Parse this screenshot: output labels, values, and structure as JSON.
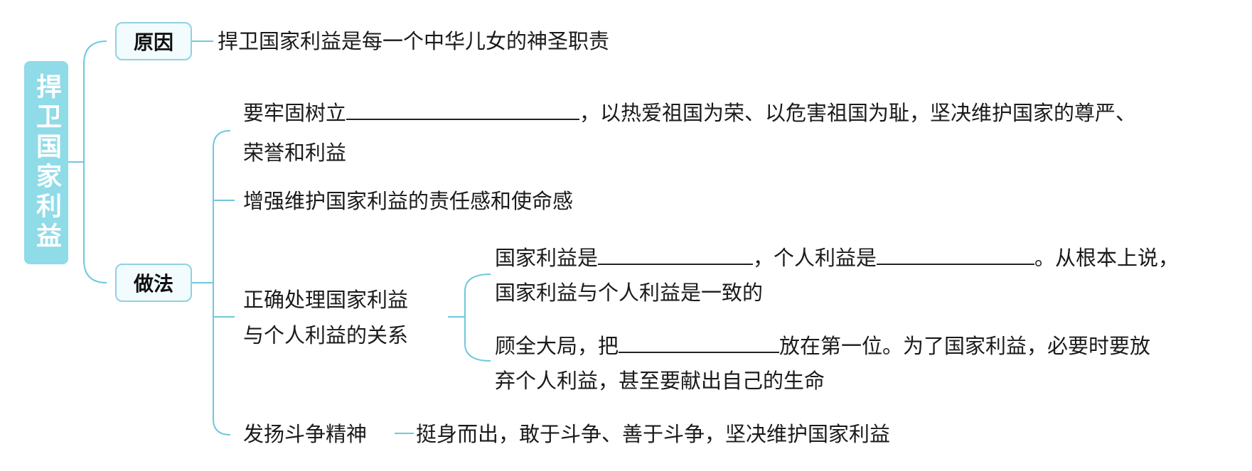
{
  "root": {
    "label": "捍卫国家利益"
  },
  "branches": {
    "reason": {
      "label": "原因",
      "text": "捍卫国家利益是每一个中华儿女的神圣职责"
    },
    "method": {
      "label": "做法",
      "item1": {
        "prefix": "要牢固树立",
        "suffix": "，以热爱祖国为荣、以危害祖国为耻，坚决维护国家的尊严、",
        "line2": "荣誉和利益"
      },
      "item2": {
        "text": "增强维护国家利益的责任感和使命感"
      },
      "item3": {
        "label_line1": "正确处理国家利益",
        "label_line2": "与个人利益的关系",
        "sub1": {
          "part1": "国家利益是",
          "part2": "，个人利益是",
          "part3": "。从根本上说，",
          "line2": "国家利益与个人利益是一致的"
        },
        "sub2": {
          "part1": "顾全大局，把",
          "part2": "放在第一位。为了国家利益，必要时要放",
          "line2": "弃个人利益，甚至要献出自己的生命"
        }
      },
      "item4": {
        "label": "发扬斗争精神",
        "text": "挺身而出，敢于斗争、善于斗争，坚决维护国家利益"
      }
    }
  }
}
